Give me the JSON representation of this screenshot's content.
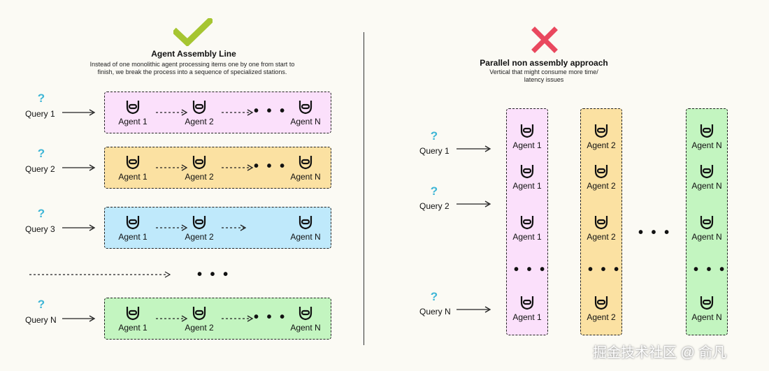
{
  "colors": {
    "pink": "#fbe0fb",
    "yellow": "#fbe1a2",
    "blue": "#bfe9fb",
    "green": "#c3f5c0",
    "check": "#a6c531",
    "cross": "#e9485e",
    "question": "#3fb6d6"
  },
  "left": {
    "icon": "checkmark-icon",
    "title": "Agent Assembly Line",
    "desc_line1": "Instead of one monolithic agent processing items one by one from start to",
    "desc_line2": "finish, we break the process into a sequence of specialized stations.",
    "rows": [
      {
        "query": "Query 1",
        "color": "pink",
        "agents": [
          "Agent 1",
          "Agent 2",
          "Agent N"
        ]
      },
      {
        "query": "Query 2",
        "color": "yellow",
        "agents": [
          "Agent 1",
          "Agent 2",
          "Agent N"
        ]
      },
      {
        "query": "Query 3",
        "color": "blue",
        "agents": [
          "Agent 1",
          "Agent 2",
          "Agent N"
        ]
      },
      {
        "query": "Query N",
        "color": "green",
        "agents": [
          "Agent 1",
          "Agent 2",
          "Agent N"
        ]
      }
    ],
    "ellipsis": "• • •"
  },
  "right": {
    "icon": "cross-icon",
    "title": "Parallel non assembly approach",
    "desc_line1": "Vertical that might consume more time/",
    "desc_line2": "latency issues",
    "queries": [
      "Query 1",
      "Query 2",
      "Query N"
    ],
    "columns": [
      {
        "color": "pink",
        "label": "Agent 1"
      },
      {
        "color": "yellow",
        "label": "Agent 2"
      },
      {
        "color": "green",
        "label": "Agent N"
      }
    ],
    "ellipsis": "• • •"
  },
  "question_mark": "?",
  "watermark": "掘金技术社区 @ 俞凡"
}
